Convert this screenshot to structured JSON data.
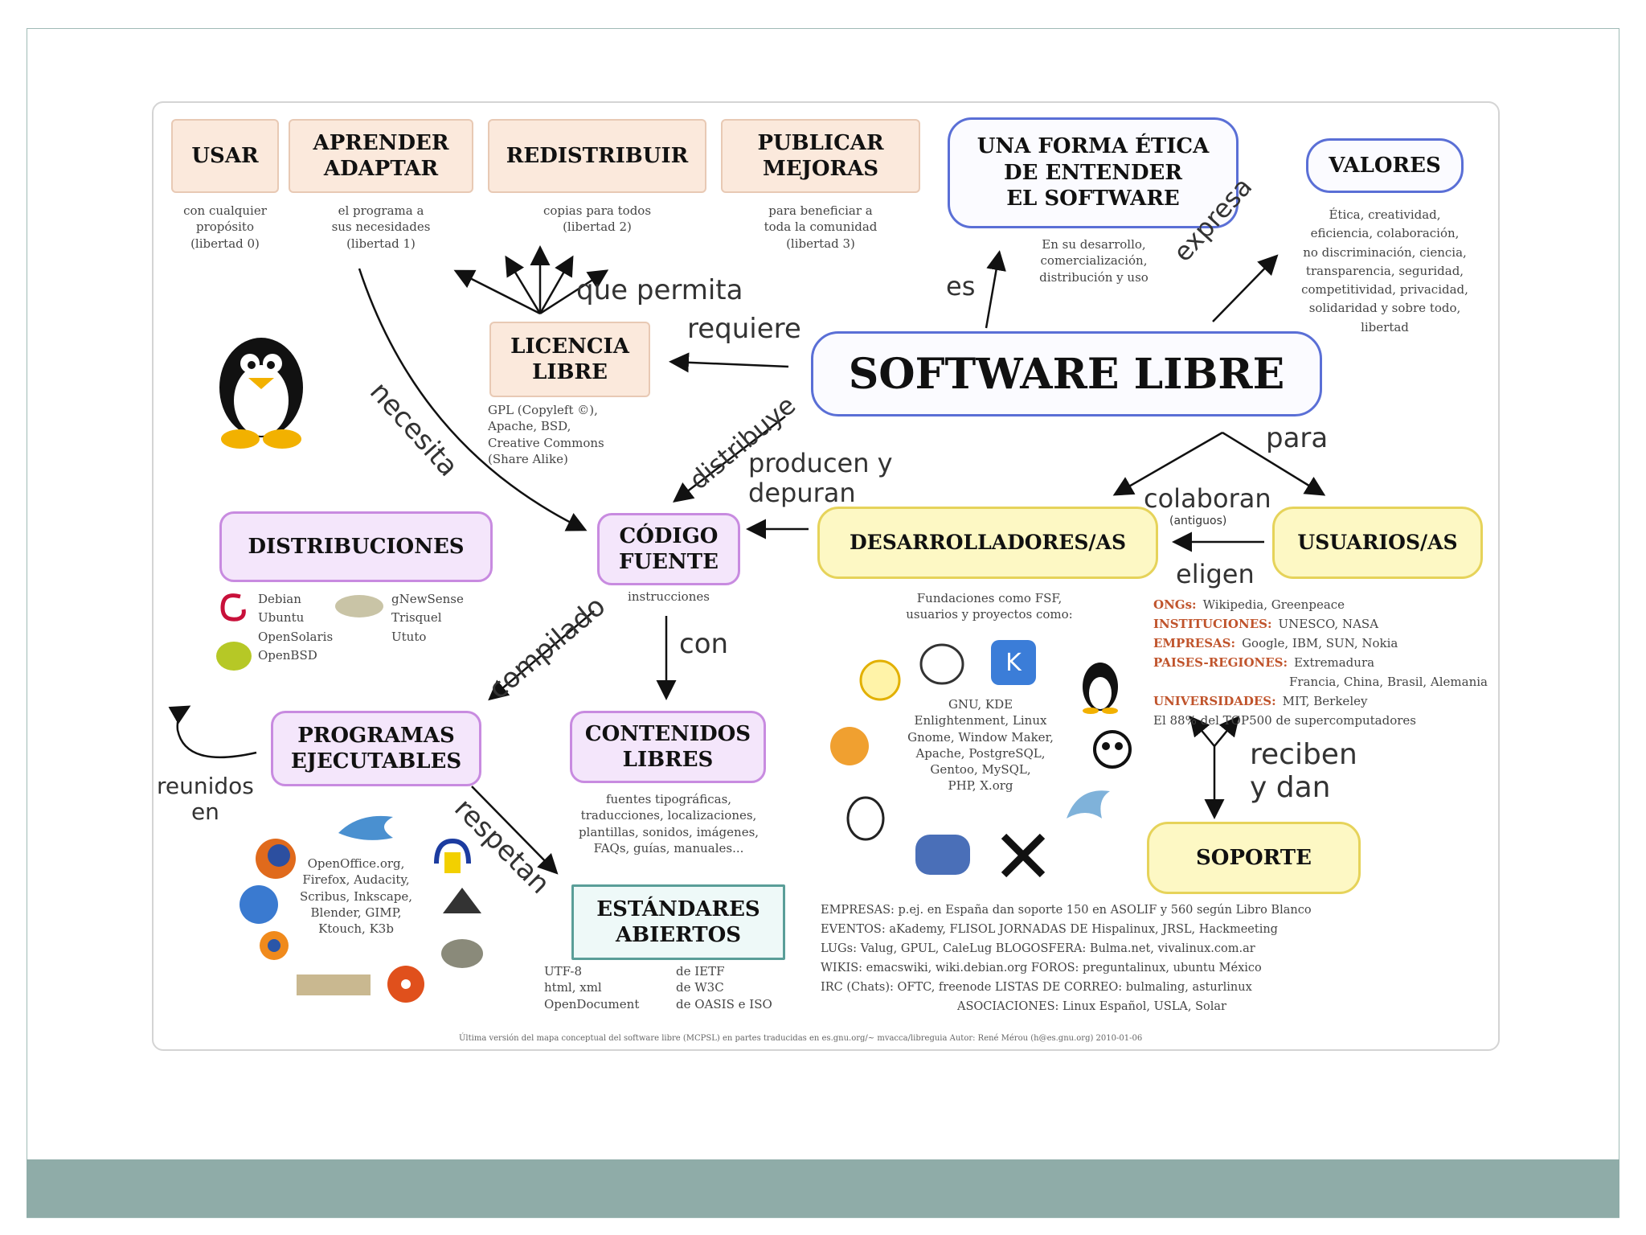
{
  "colors": {
    "footer_bar": "#8faca8",
    "tan_box": "#fbe9dc",
    "purple_box": "#f4e6fb",
    "yellow_box": "#fdf8c4",
    "blue_border": "#5a6fd6",
    "teal_border": "#5a9e98",
    "label_accent": "#c0542c"
  },
  "diagram": {
    "central": "SOFTWARE LIBRE",
    "freedoms": [
      {
        "title": "USAR",
        "note": "con cualquier\npropósito\n(libertad 0)"
      },
      {
        "title": "APRENDER\nADAPTAR",
        "note": "el programa a\nsus necesidades\n(libertad 1)"
      },
      {
        "title": "REDISTRIBUIR",
        "note": "copias para todos\n(libertad 2)"
      },
      {
        "title": "PUBLICAR\nMEJORAS",
        "note": "para beneficiar a\ntoda la comunidad\n(libertad 3)"
      }
    ],
    "etica": {
      "title": "UNA FORMA ÉTICA\nDE ENTENDER\nEL SOFTWARE",
      "note": "En su desarrollo,\ncomercialización,\ndistribución y uso"
    },
    "valores": {
      "title": "VALORES",
      "note": "Ética, creatividad,\neficiencia, colaboración,\nno discriminación, ciencia,\ntransparencia, seguridad,\ncompetitividad, privacidad,\nsolidaridad y sobre todo,\nlibertad"
    },
    "licencia": {
      "title": "LICENCIA\nLIBRE",
      "note": "GPL (Copyleft ©),\nApache, BSD,\nCreative Commons\n(Share Alike)"
    },
    "codigo": {
      "title": "CÓDIGO\nFUENTE",
      "note": "instrucciones"
    },
    "distribuciones": {
      "title": "DISTRIBUCIONES",
      "list1": "Debian\nUbuntu\nOpenSolaris\nOpenBSD",
      "list2": "gNewSense\nTrisquel\nUtuto"
    },
    "desarrolladores": {
      "title": "DESARROLLADORES/AS",
      "note": "Fundaciones como FSF,\nusuarios y proyectos como:",
      "projects": "GNU, KDE\nEnlightenment, Linux\nGnome, Window Maker,\nApache, PostgreSQL,\nGentoo, MySQL,\nPHP, X.org"
    },
    "usuarios": {
      "title": "USUARIOS/AS"
    },
    "programas": {
      "title": "PROGRAMAS\nEJECUTABLES",
      "note": "OpenOffice.org,\nFirefox, Audacity,\nScribus, Inkscape,\nBlender, GIMP,\nKtouch, K3b"
    },
    "contenidos": {
      "title": "CONTENIDOS\nLIBRES",
      "note": "fuentes tipográficas,\ntraducciones, localizaciones,\nplantillas, sonidos, imágenes,\nFAQs, guías, manuales..."
    },
    "estandares": {
      "title": "ESTÁNDARES\nABIERTOS",
      "note1": "UTF-8\nhtml, xml\nOpenDocument",
      "note2": "de IETF\nde W3C\nde OASIS e ISO"
    },
    "soporte": {
      "title": "SOPORTE"
    },
    "user_groups": [
      {
        "key": "ONGs:",
        "value": "Wikipedia, Greenpeace"
      },
      {
        "key": "INSTITUCIONES:",
        "value": "UNESCO, NASA"
      },
      {
        "key": "EMPRESAS:",
        "value": "Google, IBM, SUN, Nokia"
      },
      {
        "key": "PAISES-REGIONES:",
        "value": "Extremadura"
      },
      {
        "key": "",
        "value": "Francia, China, Brasil, Alemania"
      },
      {
        "key": "UNIVERSIDADES:",
        "value": "MIT, Berkeley"
      },
      {
        "key": "",
        "value": "El 88% del TOP500 de supercomputadores"
      }
    ],
    "support_rows": [
      "EMPRESAS: p.ej. en España dan soporte 150 en ASOLIF y 560 según Libro Blanco",
      "EVENTOS: aKademy, FLISOL  JORNADAS DE  Hispalinux, JRSL, Hackmeeting",
      "LUGs: Valug, GPUL, CaleLug  BLOGOSFERA:  Bulma.net, vivalinux.com.ar",
      "WIKIS: emacswiki, wiki.debian.org  FOROS:  preguntalinux, ubuntu México",
      "IRC (Chats): OFTC, freenode  LISTAS DE CORREO:  bulmaling, asturlinux",
      "ASOCIACIONES:  Linux Español, USLA, Solar"
    ],
    "edge_labels": {
      "que_permita": "que permita",
      "requiere": "requiere",
      "es": "es",
      "expresa": "expresa",
      "necesita": "necesita",
      "distribuye": "distribuye",
      "producen": "producen y\ndepuran",
      "para": "para",
      "colaboran": "colaboran",
      "colaboran_sub": "(antiguos)",
      "eligen": "eligen",
      "compilado": "compilado",
      "con": "con",
      "respetan": "respetan",
      "reunidos": "reunidos\nen",
      "reciben": "reciben\ny dan"
    },
    "credit": "Última versión del mapa conceptual del software libre (MCPSL) en partes traducidas en es.gnu.org/~ mvacca/libreguia   Autor: René Mérou (h@es.gnu.org) 2010-01-06"
  }
}
